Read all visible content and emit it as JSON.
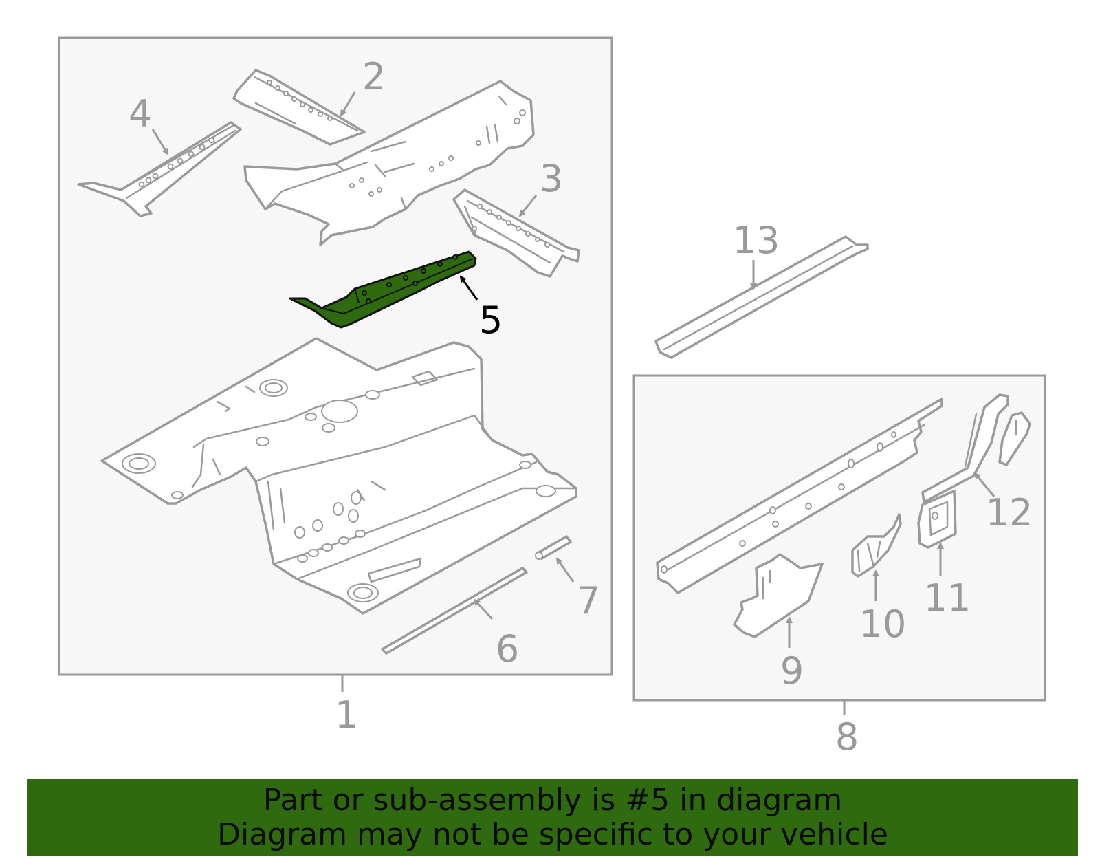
{
  "callouts": [
    "1",
    "2",
    "3",
    "4",
    "5",
    "6",
    "7",
    "8",
    "9",
    "10",
    "11",
    "12",
    "13"
  ],
  "highlighted_callout": "5",
  "colors": {
    "highlight": "#2f6a10",
    "line": "#9a9a9a",
    "banner_background": "#2f6a10",
    "box_fill": "#f7f7f7"
  },
  "banner": {
    "line1": "Part or sub-assembly is #5 in diagram",
    "line2": "Diagram may not be specific to your vehicle"
  }
}
